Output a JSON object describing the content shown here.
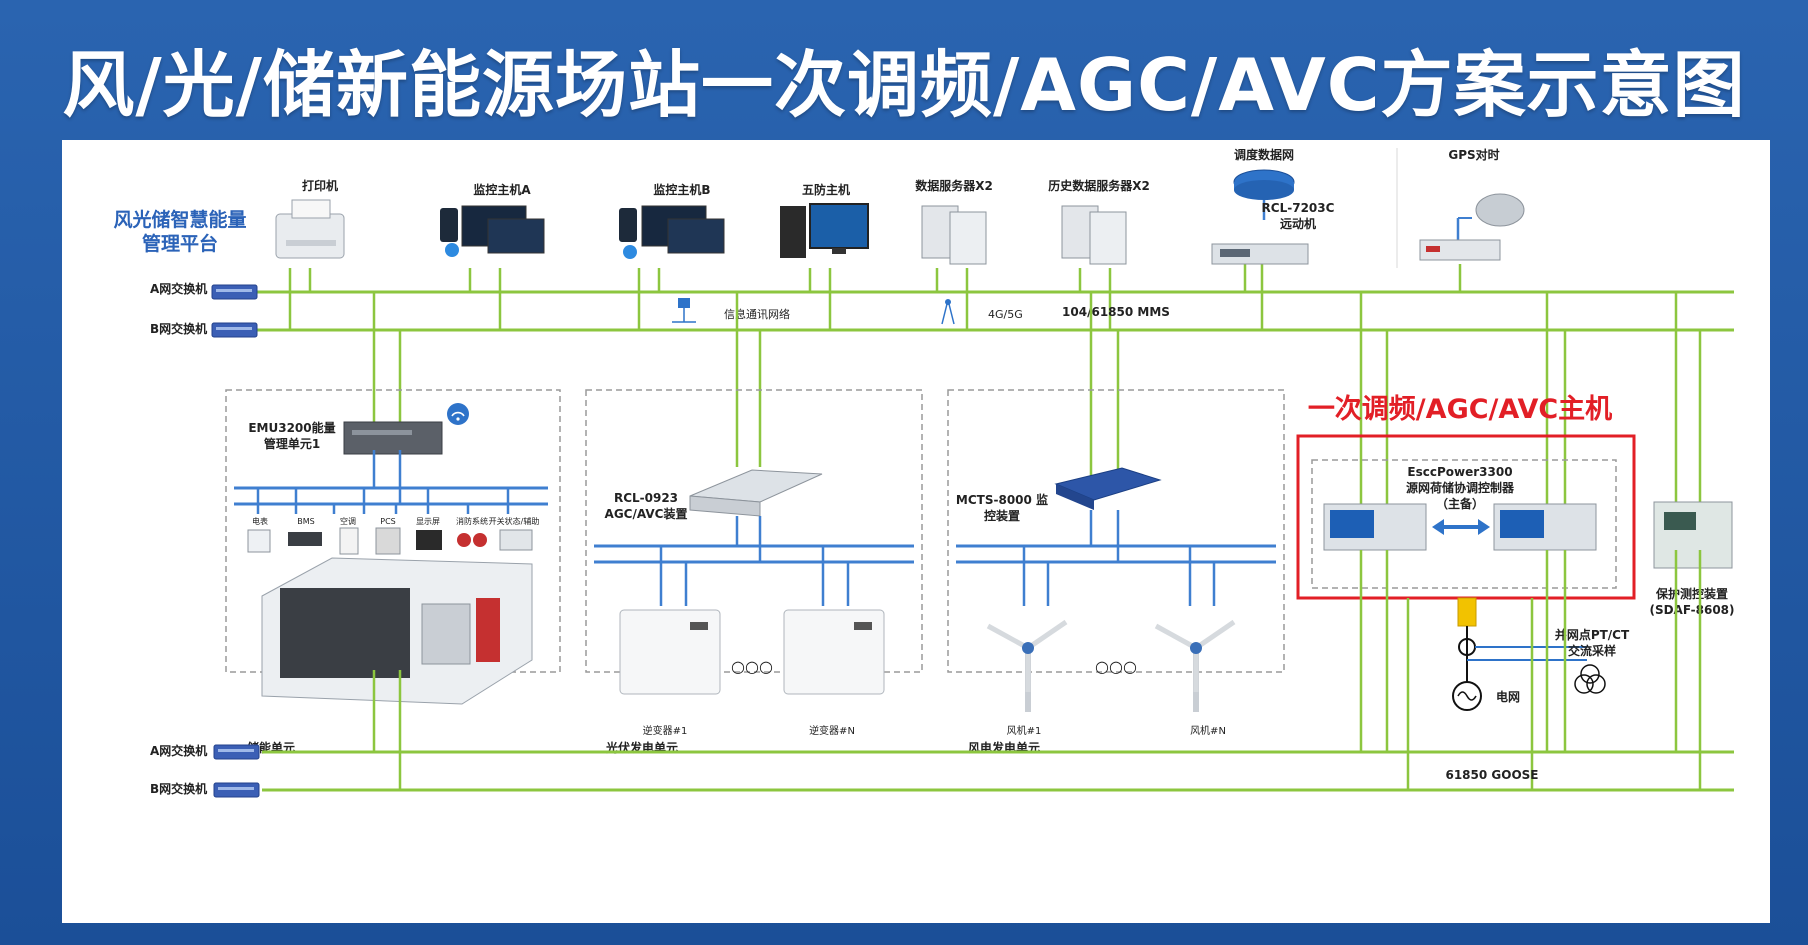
{
  "title": "风/光/储新能源场站一次调频/AGC/AVC方案示意图",
  "platform": {
    "line1": "风光储智慧能量",
    "line2": "管理平台"
  },
  "top_devices": {
    "printer": "打印机",
    "monitor_a": "监控主机A",
    "monitor_b": "监控主机B",
    "wufang": "五防主机",
    "data_server": "数据服务器X2",
    "history_server": "历史数据服务器X2",
    "dispatch_net": "调度数据网",
    "rcl7203_1": "RCL-7203C",
    "rcl7203_2": "远动机",
    "gps": "GPS对时"
  },
  "switches": {
    "a_top": "A网交换机",
    "b_top": "B网交换机",
    "a_bottom": "A网交换机",
    "b_bottom": "B网交换机"
  },
  "network": {
    "info": "信息通讯网络",
    "cellular": "4G/5G",
    "mms": "104/61850 MMS",
    "goose": "61850 GOOSE"
  },
  "storage": {
    "emu1": "EMU3200能量",
    "emu2": "管理单元1",
    "labels": [
      "电表",
      "BMS",
      "空调",
      "PCS",
      "显示屏",
      "消防系统",
      "开关状态/辅助"
    ],
    "unit": "储能单元"
  },
  "pv": {
    "rcl1": "RCL-0923",
    "rcl2": "AGC/AVC装置",
    "inv1": "逆变器#1",
    "invn": "逆变器#N",
    "unit": "光伏发电单元"
  },
  "wind": {
    "mcts1": "MCTS-8000 监",
    "mcts2": "控装置",
    "fan1": "风机#1",
    "fann": "风机#N",
    "unit": "风电发电单元"
  },
  "master": {
    "heading": "一次调频/AGC/AVC主机",
    "name1": "EsccPower3300",
    "name2": "源网荷储协调控制器",
    "name3": "（主备）"
  },
  "protection": {
    "line1": "保护测控装置",
    "line2": "(SDAF-8608)"
  },
  "grid": {
    "ptct1": "并网点PT/CT",
    "ptct2": "交流采样",
    "grid": "电网"
  },
  "ellipsis": "○○○",
  "colors": {
    "bus": "#8cc63f",
    "field": "#3f7fd0",
    "highlight": "#e21f26",
    "platform": "#2b63b8"
  }
}
